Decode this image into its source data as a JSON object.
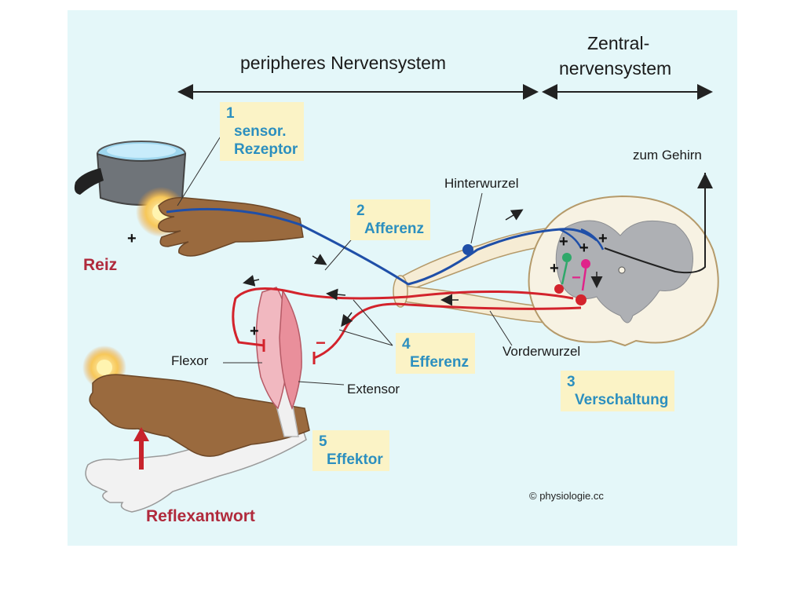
{
  "header": {
    "peripheral": "peripheres Nervensystem",
    "central_line1": "Zentral-",
    "central_line2": "nervensystem"
  },
  "steps": [
    {
      "num": "1",
      "line1": "sensor.",
      "line2": "Rezeptor"
    },
    {
      "num": "2",
      "line1": "Afferenz"
    },
    {
      "num": "3",
      "line1": "Verschaltung"
    },
    {
      "num": "4",
      "line1": "Efferenz"
    },
    {
      "num": "5",
      "line1": "Effektor"
    }
  ],
  "labels": {
    "stimulus": "Reiz",
    "reflex": "Reflexantwort",
    "dorsal_root": "Hinterwurzel",
    "ventral_root": "Vorderwurzel",
    "to_brain": "zum Gehirn",
    "flexor": "Flexor",
    "extensor": "Extensor",
    "copyright": "© physiologie.cc"
  },
  "signs": {
    "plus": "+",
    "minus": "−"
  },
  "colors": {
    "afferent": "#1f4fa8",
    "efferent": "#d3232c",
    "title_red": "#b02a3c",
    "box_text": "#2c8fbf",
    "box_bg": "#fbf3c6",
    "panel_bg": "#e4f7f9"
  }
}
